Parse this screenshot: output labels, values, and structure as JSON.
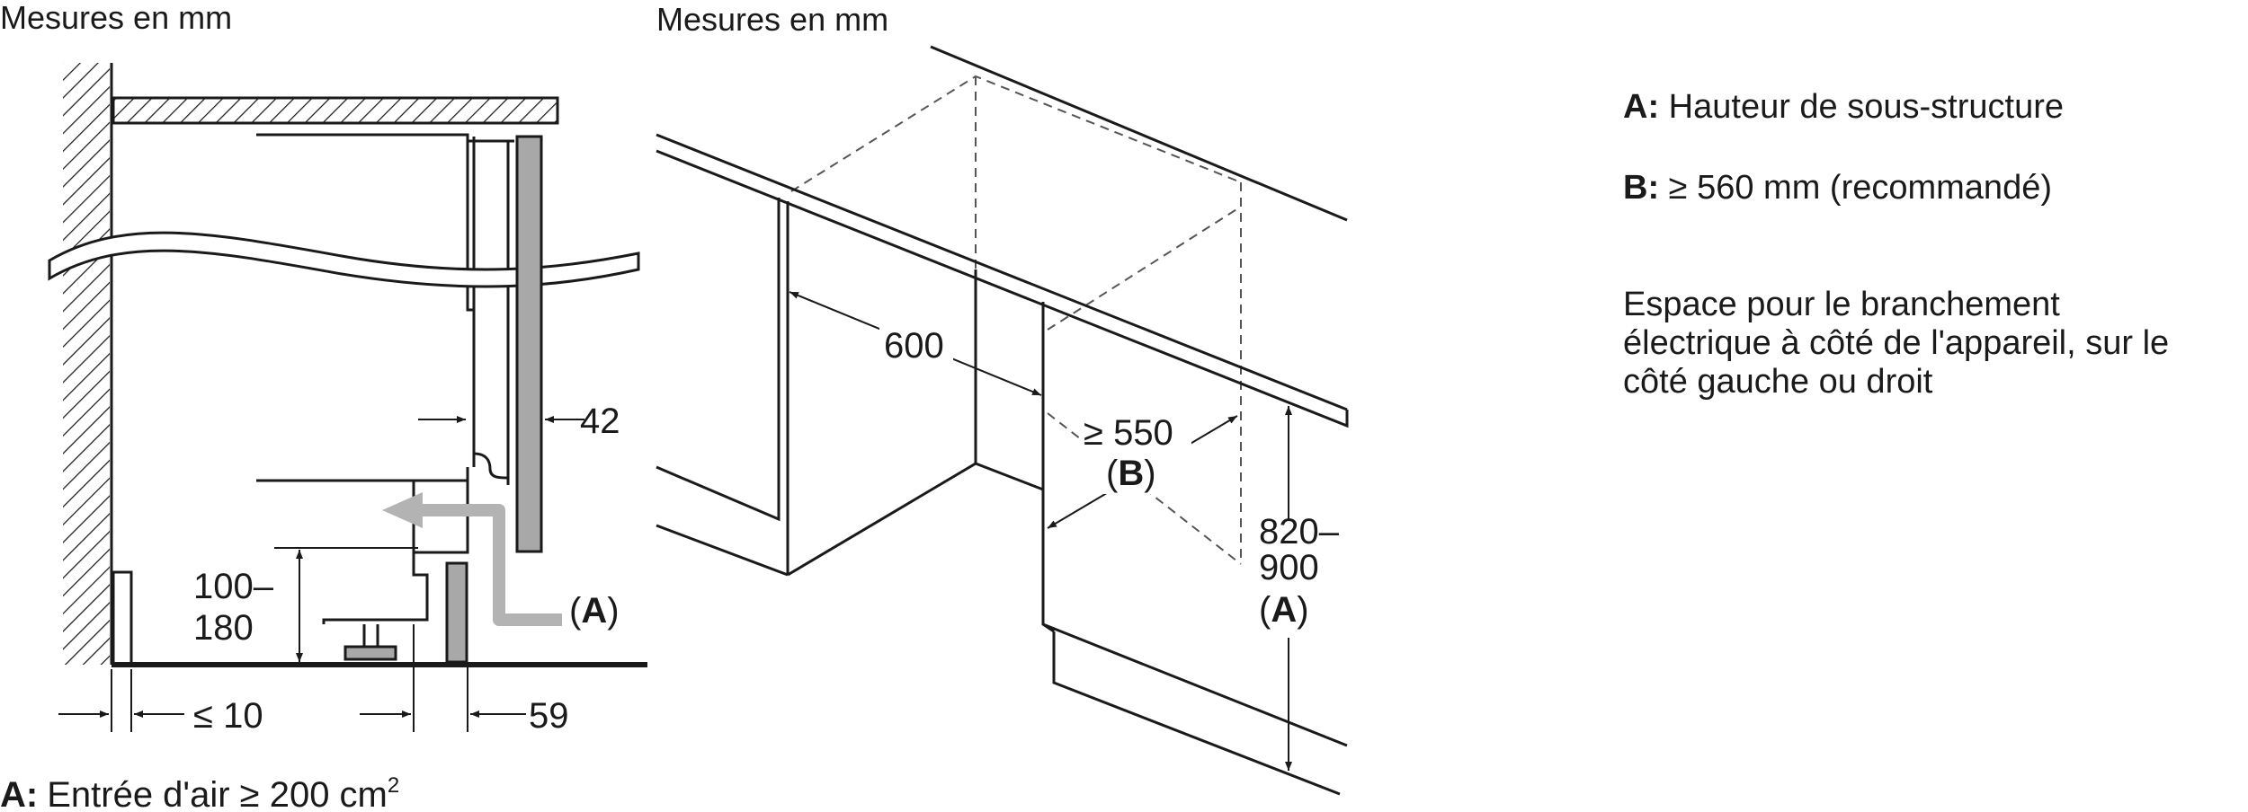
{
  "left": {
    "heading": "Mesures en mm",
    "dim_42": "42",
    "dim_height_line1": "100–",
    "dim_height_line2": "180",
    "dim_le10": "≤ 10",
    "dim_59": "59",
    "marker_open": "(",
    "marker_letter": "A",
    "marker_close": ")",
    "footnote_key": "A:",
    "footnote_text": "Entrée d'air ≥ 200 cm",
    "footnote_sup": "2"
  },
  "right": {
    "heading": "Mesures en mm",
    "dim_600": "600",
    "dim_550": "≥ 550",
    "dim_B_open": "(",
    "dim_B_letter": "B",
    "dim_B_close": ")",
    "dim_h_line1": "820–",
    "dim_h_line2": "900",
    "dim_A_open": "(",
    "dim_A_letter": "A",
    "dim_A_close": ")"
  },
  "legend": [
    {
      "key": "A:",
      "text": "Hauteur de sous-structure"
    },
    {
      "key": "B:",
      "text": "≥ 560 mm (recommandé)"
    }
  ],
  "note": {
    "line1": "Espace pour le branchement",
    "line2": "électrique à côté de l'appareil, sur le",
    "line3": "côté gauche ou droit"
  },
  "colors": {
    "line": "#1a1a1a",
    "panel": "#a8a8a8",
    "arrow": "#b3b3b3"
  }
}
